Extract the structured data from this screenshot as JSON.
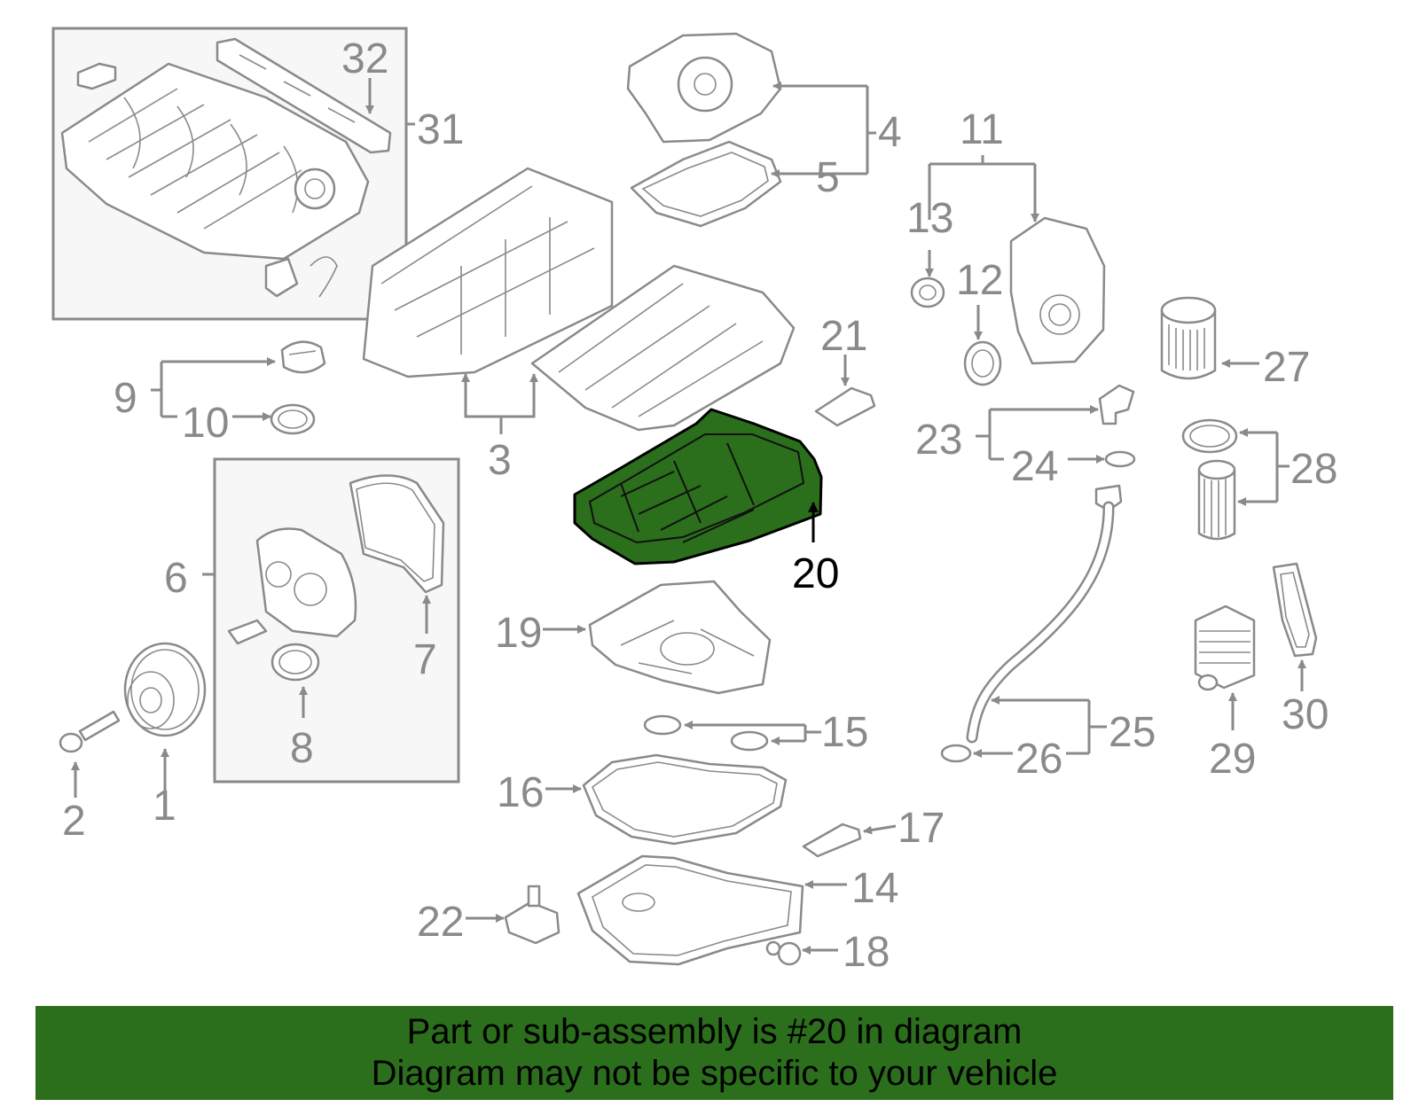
{
  "diagram": {
    "highlighted_part": "20",
    "labels": {
      "p1": "1",
      "p2": "2",
      "p3": "3",
      "p4": "4",
      "p5": "5",
      "p6": "6",
      "p7": "7",
      "p8": "8",
      "p9": "9",
      "p10": "10",
      "p11": "11",
      "p12": "12",
      "p13": "13",
      "p14": "14",
      "p15": "15",
      "p16": "16",
      "p17": "17",
      "p18": "18",
      "p19": "19",
      "p20": "20",
      "p21": "21",
      "p22": "22",
      "p23": "23",
      "p24": "24",
      "p25": "25",
      "p26": "26",
      "p27": "27",
      "p28": "28",
      "p29": "29",
      "p30": "30",
      "p31": "31",
      "p32": "32"
    },
    "colors": {
      "line": "#8a8a8a",
      "highlight": "#2b6e1c",
      "highlight_text": "#000000"
    }
  },
  "banner": {
    "line1": "Part or sub-assembly is #20 in diagram",
    "line2": "Diagram may not be specific to your vehicle",
    "background": "#2b6e1c"
  }
}
